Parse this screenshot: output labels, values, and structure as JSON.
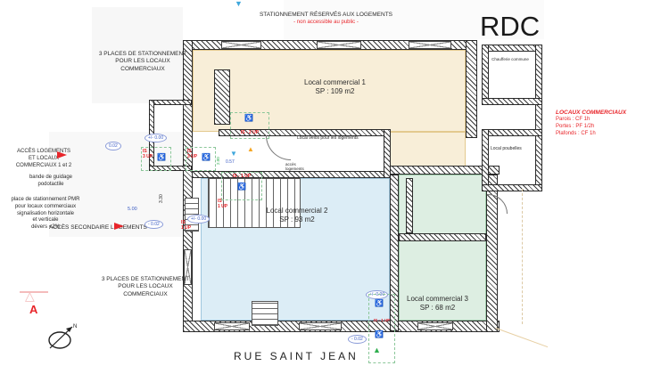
{
  "title": "RDC",
  "street_label": "RUE SAINT JEAN",
  "colors": {
    "local1_fill": "#f8eed8",
    "local2_fill": "#dcedf6",
    "local3_fill": "#ddeee2",
    "annotation_red": "#e8252a",
    "elevation_blue": "#3b5cc4",
    "accessibility_green": "#2fae4e",
    "orange_marker": "#f5a623",
    "blue_marker": "#3fa7dc"
  },
  "notes": {
    "top_parking": "STATIONNEMENT RÉSERVÉS AUX LOGEMENTS",
    "top_parking_sub": "- non accessible au public -",
    "parking_nw": "3 PLACES DE STATIONNEMENT\nPOUR LES LOCAUX COMMERCIAUX",
    "parking_sw": "3 PLACES DE STATIONNEMENT\nPOUR LES LOCAUX COMMERCIAUX",
    "acces_main": "ACCÈS LOGEMENTS\nET LOCAUX\nCOMMERCIAUX 1 et 2",
    "bande_guidage": "bande de guidage\npodotactile",
    "pmr": "place de stationnement PMR\npour locaux commerciaux\nsignalisation horizontale\net verticale\ndévers <2%",
    "acces_secondaire": "ACCÈS SECONDAIRE LOGEMENTS",
    "fire_title": "LOCAUX COMMERCIAUX",
    "fire_parois": "Parois : CF 1h",
    "fire_portes": "Portes : PF 1/2h",
    "fire_plafonds": "Plafonds : CF 1h",
    "section_letter": "A",
    "north_letter": "N"
  },
  "rooms": {
    "local1": {
      "name": "Local commercial 1",
      "area": "SP : 109 m2"
    },
    "local2": {
      "name": "Local commercial 2",
      "area": "SP : 93 m2"
    },
    "local3": {
      "name": "Local commercial 3",
      "area": "SP : 68 m2"
    },
    "chaufferie": "Chaufferie commune",
    "poubelles": "Local poubelles",
    "velos": "Local vélos pour les logements",
    "acces_logements": "accès\nlogements"
  },
  "markers": {
    "lev_002": "0.02",
    "lev_000_a": "+/- 0.00",
    "lev_000_b": "+/- 0.00",
    "lev_m002_a": "- 0.02",
    "lev_000_c": "+/- 0.00",
    "lev_m002_b": "- 0.02",
    "dim_500": "5.00",
    "dim_330": "3.30",
    "dim_057": "0.57",
    "dim_200": "2.00",
    "is_3up_a": "IS\n3 UP",
    "is_3up_b": "IS\n3 UP",
    "is_2up": "IS - 2 UP",
    "is_1up_a": "IS - 1 UP",
    "is_1up_b": "IS\n1 UP",
    "is_1up_c": "IS\n1 UP",
    "is_1up_d": "IS - 1 UP",
    "wheelchair_symbol": "♿",
    "tri_up": "▲",
    "tri_down": "▼",
    "section_triangle": "△"
  }
}
